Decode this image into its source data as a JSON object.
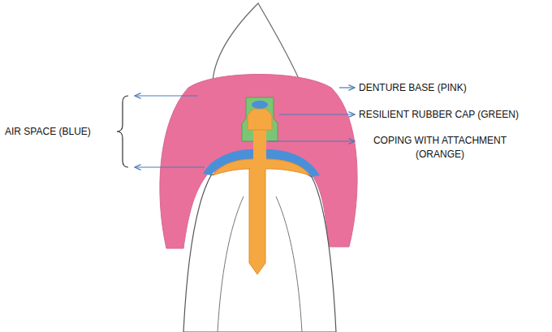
{
  "diagram": {
    "labels": [
      "DENTURE BASE (PINK)",
      "RESILIENT RUBBER CAP (GREEN)",
      "AIR SPACE (BLUE)",
      "COPING WITH ATTACHMENT (ORANGE)"
    ]
  }
}
